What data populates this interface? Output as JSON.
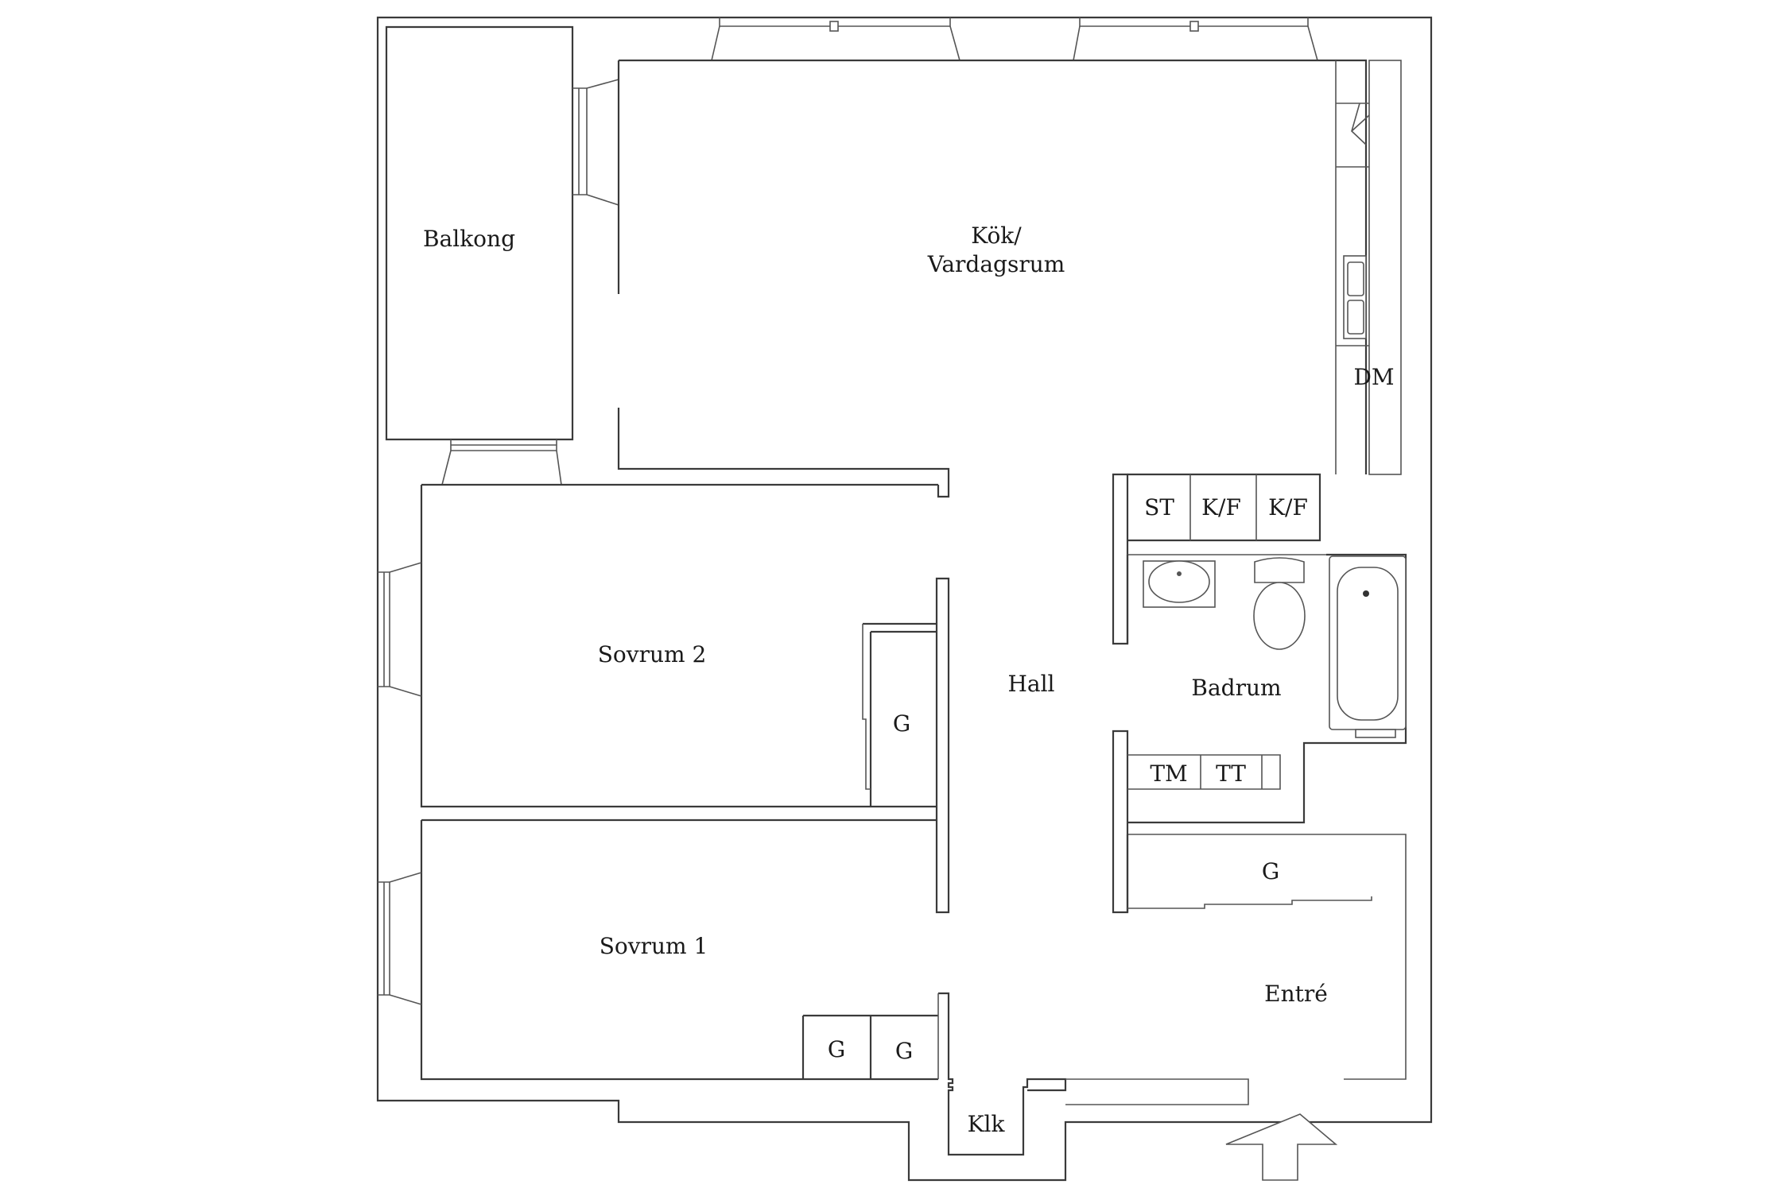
{
  "rooms": {
    "balkong": "Balkong",
    "kok_line1": "Kök/",
    "kok_line2": "Vardagsrum",
    "sovrum2": "Sovrum 2",
    "sovrum1": "Sovrum 1",
    "hall": "Hall",
    "badrum": "Badrum",
    "entre": "Entré",
    "klk": "Klk"
  },
  "fixtures": {
    "dm": "DM",
    "st": "ST",
    "kf1": "K/F",
    "kf2": "K/F",
    "tm": "TM",
    "tt": "TT",
    "g_sovrum2": "G",
    "g_entre": "G",
    "g_sovrum1_a": "G",
    "g_sovrum1_b": "G"
  },
  "icons": {
    "entrance": "entrance-arrow-icon",
    "sink": "sink-icon",
    "toilet": "toilet-icon",
    "bathtub": "bathtub-icon",
    "kitchen_sink": "kitchen-sink-icon"
  }
}
